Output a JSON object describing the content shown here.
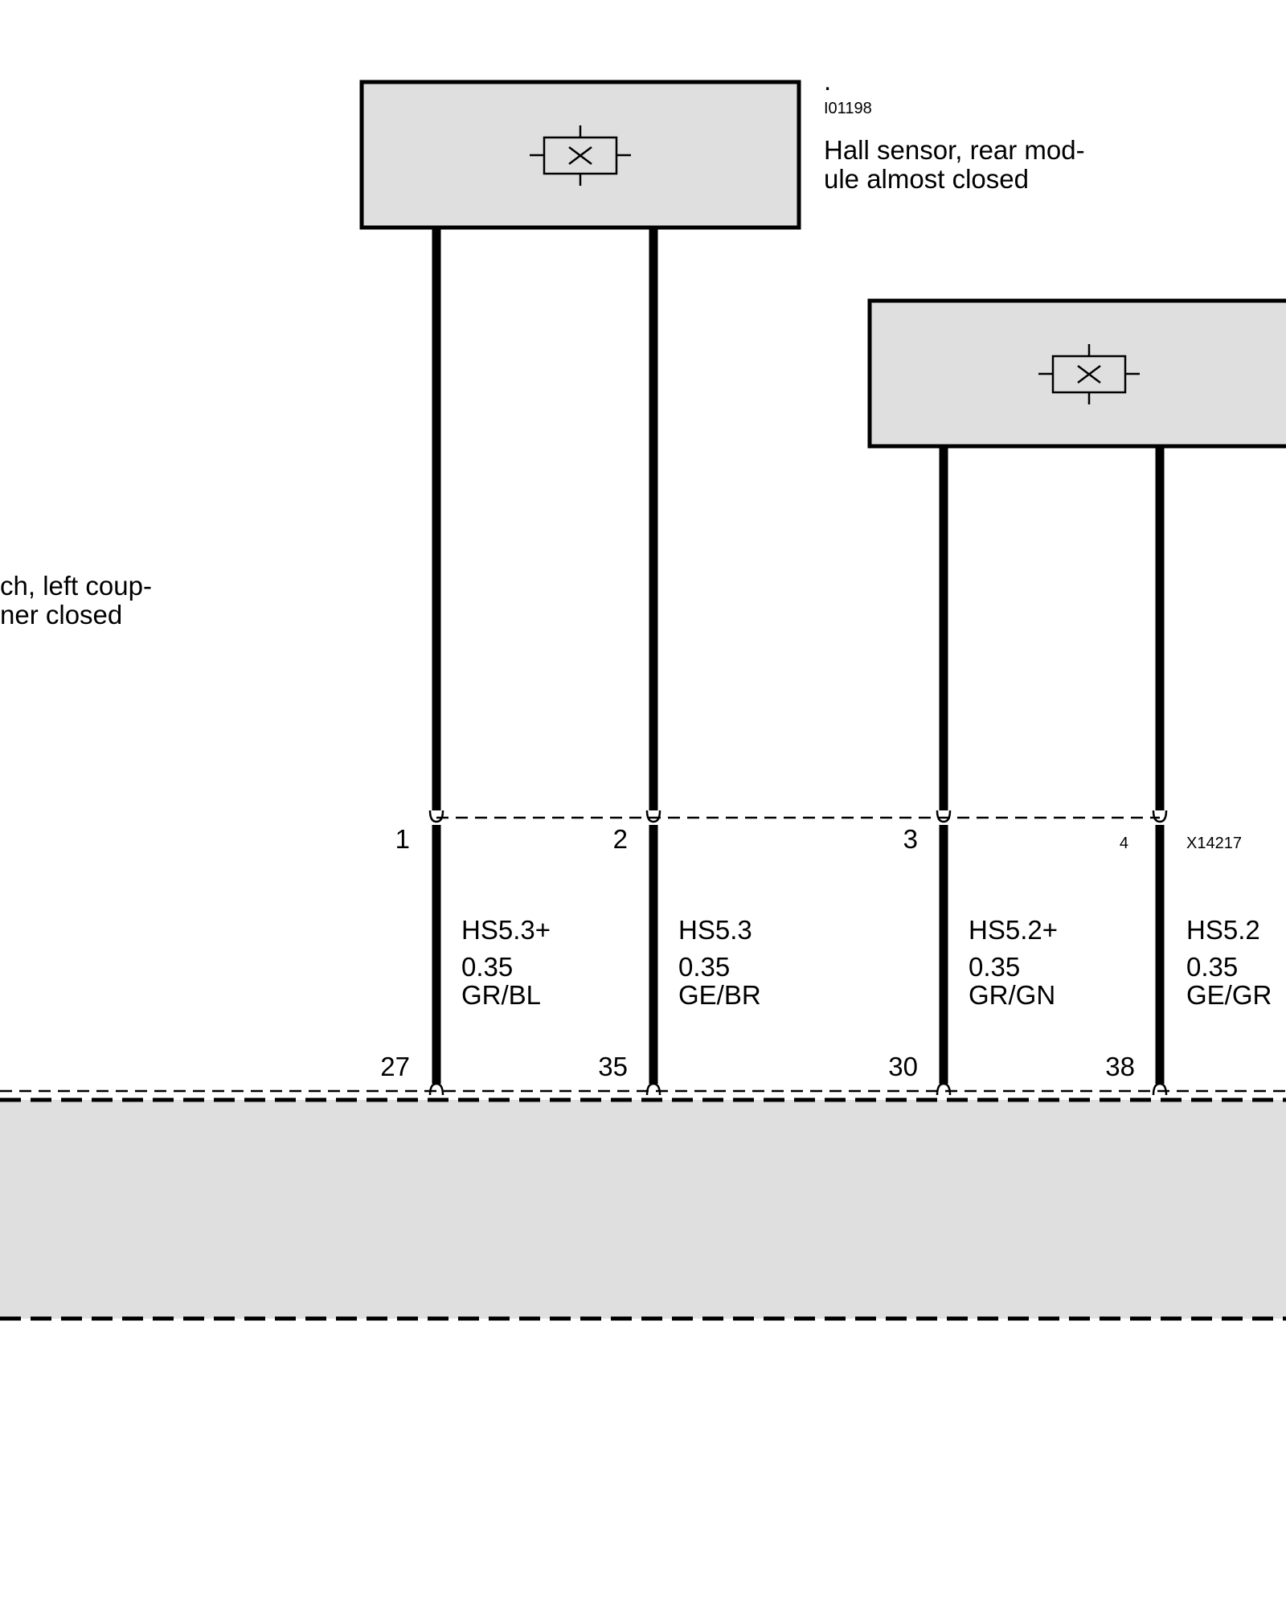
{
  "components": {
    "hall_sensor_almost_closed": {
      "dot": ".",
      "id": "I01198",
      "label_line1": "Hall sensor, rear mod-",
      "label_line2": "ule almost closed"
    },
    "left_component_partial": {
      "label_line1": "ch, left coup-",
      "label_line2": "ner closed"
    }
  },
  "connector": {
    "id": "X14217",
    "pins": [
      {
        "num": "1"
      },
      {
        "num": "2"
      },
      {
        "num": "3"
      },
      {
        "num": "4"
      }
    ]
  },
  "wires": [
    {
      "signal": "HS5.3+",
      "gauge": "0.35",
      "color": "GR/BL",
      "bottom_pin": "27"
    },
    {
      "signal": "HS5.3",
      "gauge": "0.35",
      "color": "GE/BR",
      "bottom_pin": "35"
    },
    {
      "signal": "HS5.2+",
      "gauge": "0.35",
      "color": "GR/GN",
      "bottom_pin": "30"
    },
    {
      "signal": "HS5.2",
      "gauge": "0.35",
      "color": "GE/GR",
      "bottom_pin": "38"
    }
  ],
  "colors": {
    "box_fill": "#dfdfdf",
    "line": "#000000"
  }
}
